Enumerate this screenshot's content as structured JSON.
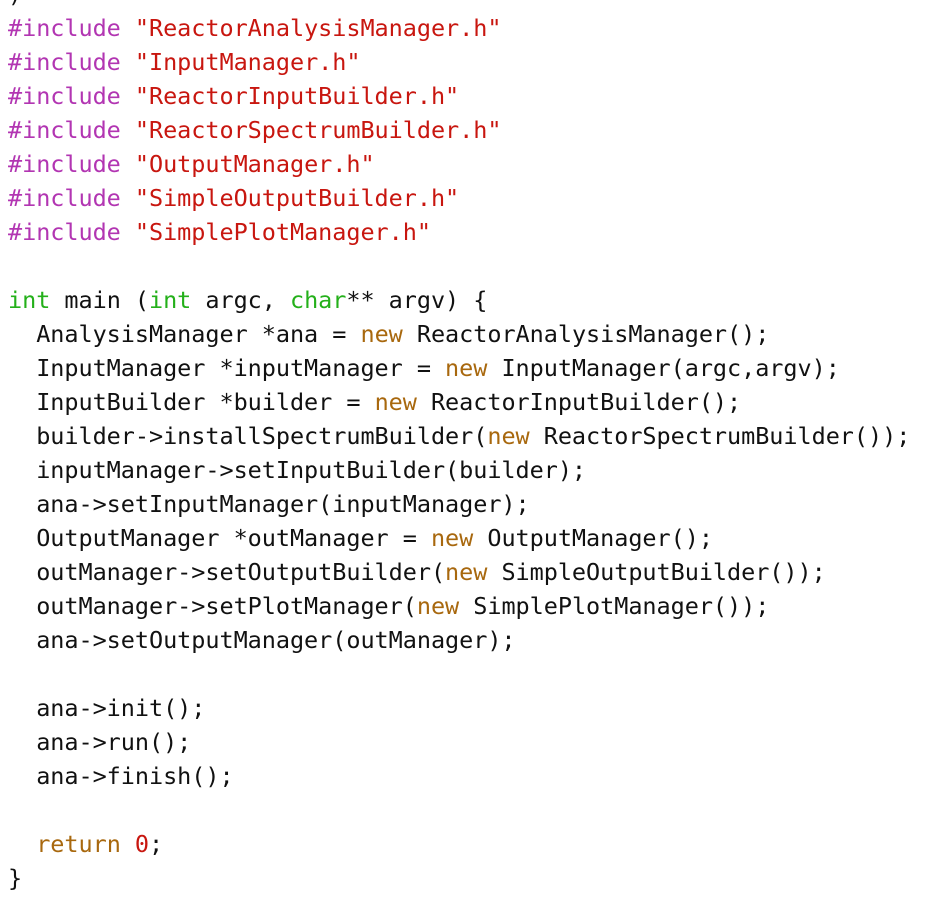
{
  "colors": {
    "preprocessor": "#b235b2",
    "string": "#c8160f",
    "type_keyword": "#24b01a",
    "keyword": "#a8680e",
    "number": "#c8160f",
    "text": "#111111"
  },
  "code_lines": [
    [
      [
        ")",
        "plain"
      ]
    ],
    [
      [
        "#include ",
        "pp"
      ],
      [
        "\"ReactorAnalysisManager.h\"",
        "str"
      ]
    ],
    [
      [
        "#include ",
        "pp"
      ],
      [
        "\"InputManager.h\"",
        "str"
      ]
    ],
    [
      [
        "#include ",
        "pp"
      ],
      [
        "\"ReactorInputBuilder.h\"",
        "str"
      ]
    ],
    [
      [
        "#include ",
        "pp"
      ],
      [
        "\"ReactorSpectrumBuilder.h\"",
        "str"
      ]
    ],
    [
      [
        "#include ",
        "pp"
      ],
      [
        "\"OutputManager.h\"",
        "str"
      ]
    ],
    [
      [
        "#include ",
        "pp"
      ],
      [
        "\"SimpleOutputBuilder.h\"",
        "str"
      ]
    ],
    [
      [
        "#include ",
        "pp"
      ],
      [
        "\"SimplePlotManager.h\"",
        "str"
      ]
    ],
    [],
    [
      [
        "int",
        "kw"
      ],
      [
        " main (",
        "plain"
      ],
      [
        "int",
        "kw"
      ],
      [
        " argc, ",
        "plain"
      ],
      [
        "char",
        "kw"
      ],
      [
        "** argv) {",
        "plain"
      ]
    ],
    [
      [
        "  AnalysisManager *ana = ",
        "plain"
      ],
      [
        "new",
        "kw2"
      ],
      [
        " ReactorAnalysisManager();",
        "plain"
      ]
    ],
    [
      [
        "  InputManager *inputManager = ",
        "plain"
      ],
      [
        "new",
        "kw2"
      ],
      [
        " InputManager(argc,argv);",
        "plain"
      ]
    ],
    [
      [
        "  InputBuilder *builder = ",
        "plain"
      ],
      [
        "new",
        "kw2"
      ],
      [
        " ReactorInputBuilder();",
        "plain"
      ]
    ],
    [
      [
        "  builder->installSpectrumBuilder(",
        "plain"
      ],
      [
        "new",
        "kw2"
      ],
      [
        " ReactorSpectrumBuilder());",
        "plain"
      ]
    ],
    [
      [
        "  inputManager->setInputBuilder(builder);",
        "plain"
      ]
    ],
    [
      [
        "  ana->setInputManager(inputManager);",
        "plain"
      ]
    ],
    [
      [
        "  OutputManager *outManager = ",
        "plain"
      ],
      [
        "new",
        "kw2"
      ],
      [
        " OutputManager();",
        "plain"
      ]
    ],
    [
      [
        "  outManager->setOutputBuilder(",
        "plain"
      ],
      [
        "new",
        "kw2"
      ],
      [
        " SimpleOutputBuilder());",
        "plain"
      ]
    ],
    [
      [
        "  outManager->setPlotManager(",
        "plain"
      ],
      [
        "new",
        "kw2"
      ],
      [
        " SimplePlotManager());",
        "plain"
      ]
    ],
    [
      [
        "  ana->setOutputManager(outManager);",
        "plain"
      ]
    ],
    [],
    [
      [
        "  ana->init();",
        "plain"
      ]
    ],
    [
      [
        "  ana->run();",
        "plain"
      ]
    ],
    [
      [
        "  ana->finish();",
        "plain"
      ]
    ],
    [],
    [
      [
        "  ",
        "plain"
      ],
      [
        "return",
        "kw2"
      ],
      [
        " ",
        "plain"
      ],
      [
        "0",
        "num"
      ],
      [
        ";",
        "plain"
      ]
    ],
    [
      [
        "}",
        "plain"
      ]
    ]
  ]
}
